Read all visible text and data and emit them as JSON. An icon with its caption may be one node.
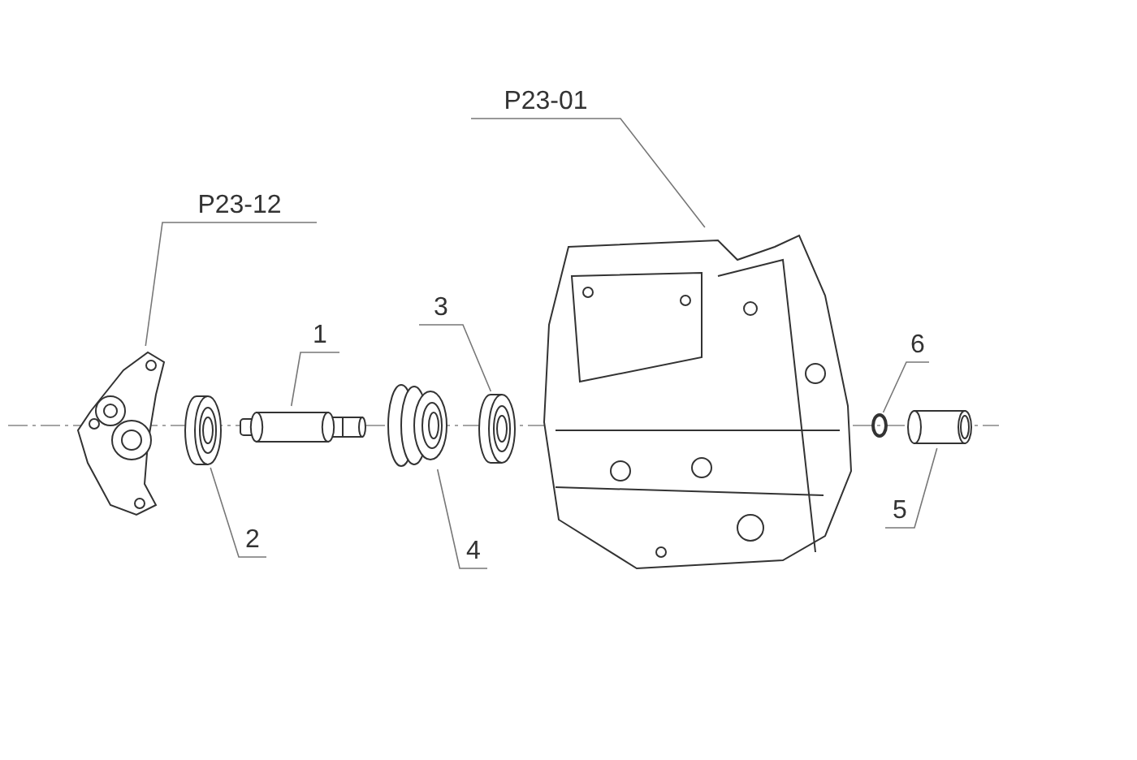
{
  "diagram": {
    "nodes": [
      {
        "text": [
          "P23-01"
        ]
      },
      {
        "text": [
          "P23-12"
        ]
      },
      {
        "text": [
          "3"
        ]
      },
      {
        "text": [
          "1"
        ]
      },
      {
        "text": [
          "6"
        ]
      },
      {
        "text": [
          "2"
        ]
      },
      {
        "text": [
          "4"
        ]
      },
      {
        "text": [
          "5"
        ]
      },
      {
        "text": [],
        "shape": "picture"
      },
      {
        "text": [],
        "shape": "picture"
      },
      {
        "text": [],
        "shape": "cylinder"
      },
      {
        "text": [],
        "shape": "picture"
      },
      {
        "text": [],
        "shape": "picture"
      },
      {
        "text": [],
        "shape": "picture"
      },
      {
        "text": [],
        "shape": "circle"
      },
      {
        "text": [],
        "shape": "cylinder"
      }
    ],
    "edges": [
      {
        "from": 0,
        "to": 13,
        "arrow": "none"
      },
      {
        "from": 1,
        "to": 8,
        "arrow": "none"
      },
      {
        "from": 2,
        "to": 12,
        "arrow": "none"
      },
      {
        "from": 3,
        "to": 10,
        "arrow": "none"
      },
      {
        "from": 4,
        "to": 14,
        "arrow": "none"
      },
      {
        "from": 5,
        "to": 9,
        "arrow": "none"
      },
      {
        "from": 6,
        "to": 11,
        "arrow": "none"
      },
      {
        "from": 7,
        "to": 15,
        "arrow": "none"
      }
    ]
  }
}
